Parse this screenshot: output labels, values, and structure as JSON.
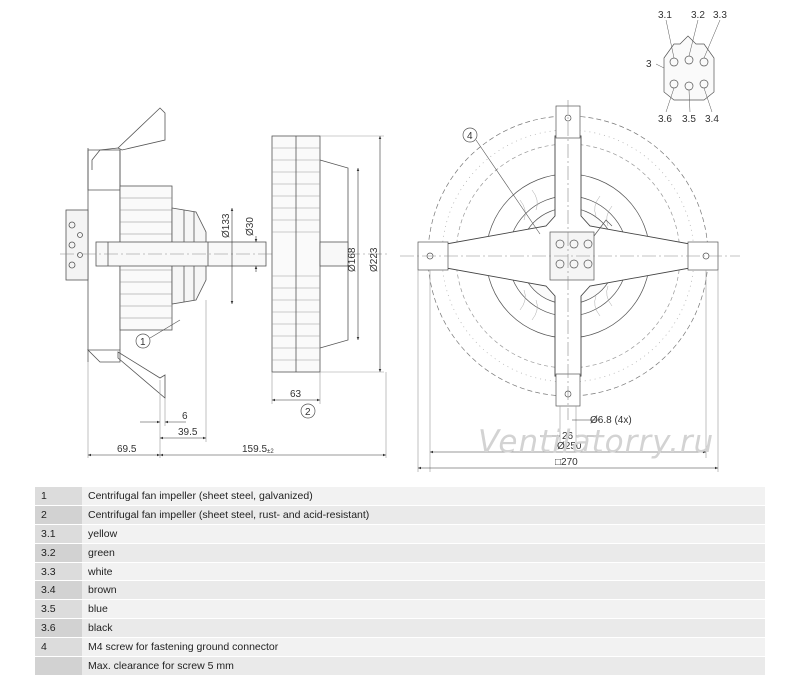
{
  "diagram": {
    "dimensions": {
      "d133": "Ø133",
      "d30": "Ø30",
      "d168": "Ø168",
      "d223": "Ø223",
      "w63": "63",
      "w6": "6",
      "w39_5": "39.5",
      "w69_5": "69.5",
      "w159_5": "159.5",
      "w159_5_tol": "±2",
      "hole": "Ø6.8 (4x)",
      "w26": "26",
      "d250": "Ø250",
      "sq270": "□270"
    },
    "callouts": {
      "c1": "1",
      "c2": "2",
      "c3": "3",
      "c3_1": "3.1",
      "c3_2": "3.2",
      "c3_3": "3.3",
      "c3_4": "3.4",
      "c3_5": "3.5",
      "c3_6": "3.6",
      "c4": "4"
    },
    "watermark": "Ventilatorry.ru"
  },
  "legend": [
    {
      "key": "1",
      "text": "Centrifugal fan impeller (sheet steel, galvanized)"
    },
    {
      "key": "2",
      "text": "Centrifugal fan impeller (sheet steel, rust- and acid-resistant)"
    },
    {
      "key": "3.1",
      "text": "yellow"
    },
    {
      "key": "3.2",
      "text": "green"
    },
    {
      "key": "3.3",
      "text": "white"
    },
    {
      "key": "3.4",
      "text": "brown"
    },
    {
      "key": "3.5",
      "text": "blue"
    },
    {
      "key": "3.6",
      "text": "black"
    },
    {
      "key": "4",
      "text": "M4 screw for fastening ground connector"
    },
    {
      "key": "",
      "text": "Max. clearance for screw 5 mm"
    }
  ]
}
